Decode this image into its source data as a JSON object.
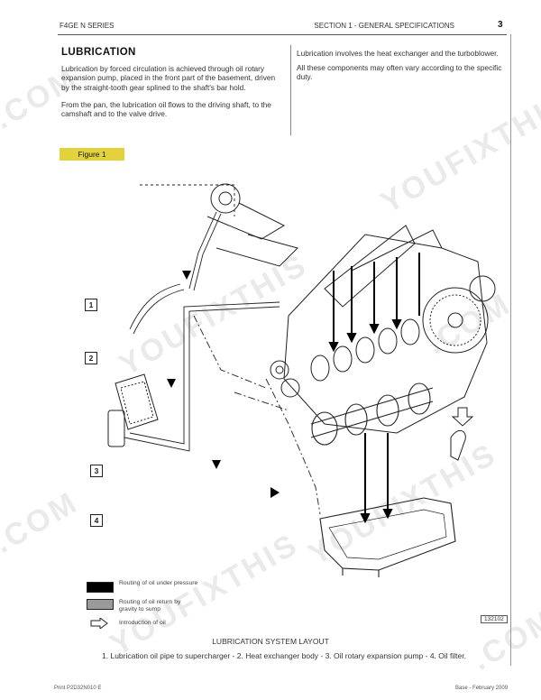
{
  "header": {
    "series": "F4GE N SERIES",
    "section": "SECTION 1 - GENERAL SPECIFICATIONS",
    "page": "3"
  },
  "section_title": "LUBRICATION",
  "left_column": {
    "p1": "Lubrication by forced circulation is achieved through oil rotary expansion pump, placed in the front part of the basement, driven by the straight-tooth gear splined to the shaft's bar hold.",
    "p2": "From the pan, the lubrication oil flows to the driving shaft, to the camshaft and to the valve drive."
  },
  "right_column": {
    "p1": "Lubrication involves the heat exchanger and the turboblower.",
    "p2": "All these components may often vary according to the specific duty."
  },
  "figure": {
    "label": "Figure 1",
    "callouts": [
      "1",
      "2",
      "3",
      "4"
    ],
    "legend": {
      "pressure": "Routing of oil under pressure",
      "return": "Routing of oil return by gravity to sump",
      "intro": "Introduction of oil"
    },
    "ref_code": "132102",
    "caption_title": "LUBRICATION SYSTEM LAYOUT",
    "caption": "1. Lubrication oil pipe to supercharger - 2. Heat exchanger body - 3. Oil rotary expansion pump - 4. Oil filter."
  },
  "footer": {
    "left": "Print P2D32N010 E",
    "right": "Base - February 2009"
  },
  "watermark": {
    "text": "YOUFIXTHIS",
    "com": ".COM"
  },
  "colors": {
    "figure_label_bg": "#e3d23a",
    "pressure": "#000000",
    "return": "#9a9a9a"
  }
}
